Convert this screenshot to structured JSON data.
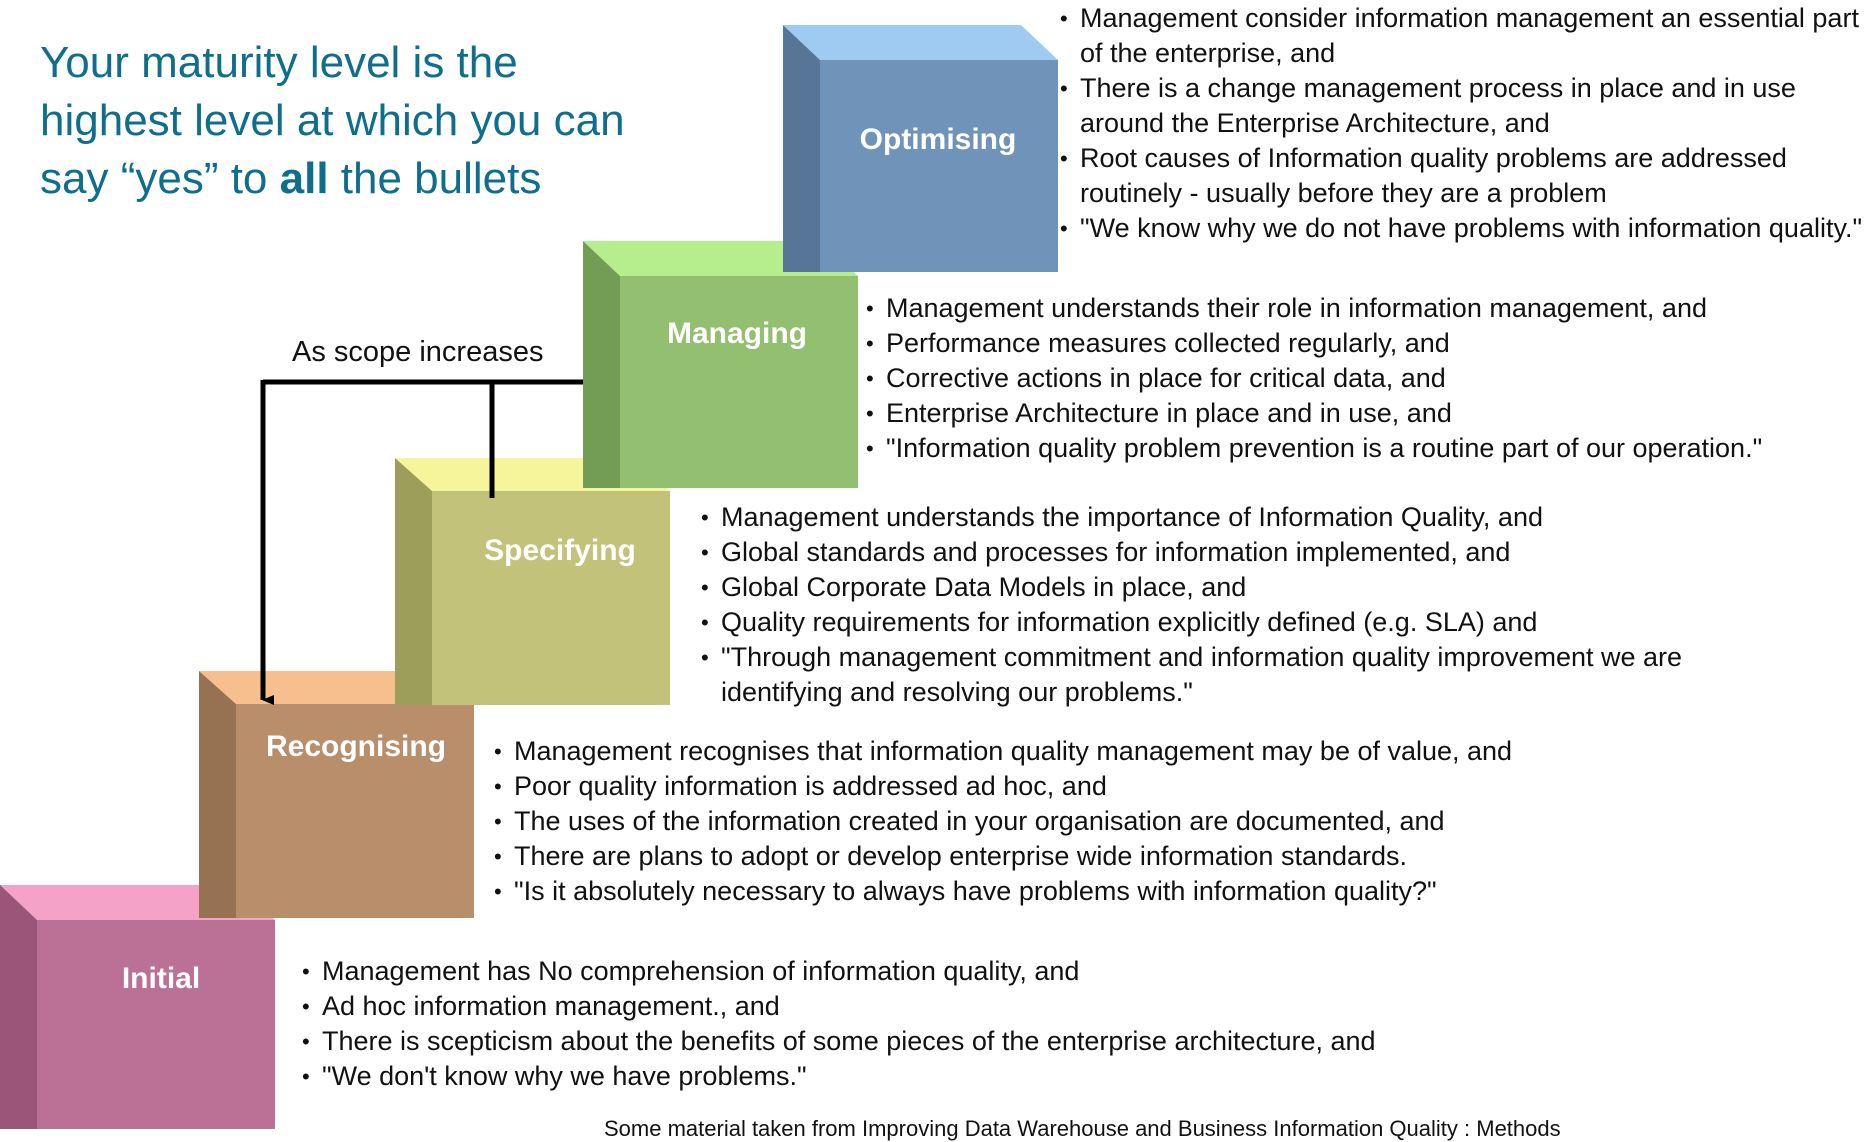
{
  "headline": {
    "before": "Your maturity level is the highest level at which you can say “yes” to ",
    "emphasis": "all",
    "after": " the bullets"
  },
  "scope_label": "As scope increases",
  "levels": [
    {
      "name": "Initial",
      "color": "#bb7096",
      "bullets": [
        "Management has No comprehension of information quality, and",
        "Ad hoc information management., and",
        "There is scepticism about the benefits of some pieces of the enterprise architecture, and",
        "\"We don't know why we have problems.\""
      ]
    },
    {
      "name": "Recognising",
      "color": "#b88e6b",
      "bullets": [
        "Management recognises that information quality management may be of value, and",
        "Poor quality information is addressed ad hoc, and",
        "The uses of the information created in your organisation are documented, and",
        "There are plans to adopt or develop enterprise wide information standards.",
        "\"Is it absolutely necessary to always have problems with information quality?\""
      ]
    },
    {
      "name": "Specifying",
      "color": "#c2c27a",
      "bullets": [
        "Management understands the importance of Information Quality, and",
        "Global standards and processes for information implemented, and",
        "Global Corporate Data Models in place, and",
        "Quality requirements for information explicitly defined (e.g. SLA) and",
        "\"Through management commitment and information quality improvement we are identifying and resolving our problems.\""
      ]
    },
    {
      "name": "Managing",
      "color": "#92bf70",
      "bullets": [
        "Management understands their role in information management, and",
        "Performance measures collected regularly, and",
        "Corrective actions in place for critical data, and",
        "Enterprise Architecture in place and in use, and",
        "\"Information quality problem prevention is a routine part of our operation.\""
      ]
    },
    {
      "name": "Optimising",
      "color": "#6f93b9",
      "bullets": [
        "Management consider information management an essential part of the enterprise, and",
        "There is a change management process in place and in use around the Enterprise Architecture, and",
        "Root causes of Information quality problems are addressed routinely - usually before they are a problem",
        "\"We know why we do not have problems with information quality.\""
      ]
    }
  ],
  "footnote": "Some material taken from Improving Data Warehouse and Business Information Quality : Methods"
}
